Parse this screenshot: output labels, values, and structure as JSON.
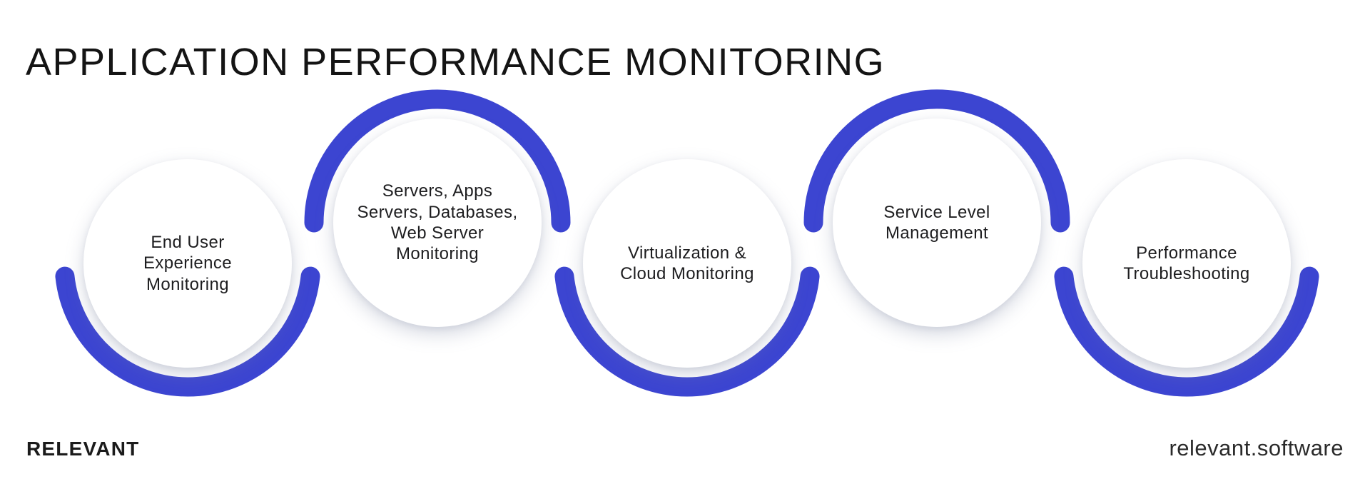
{
  "title": "APPLICATION PERFORMANCE MONITORING",
  "diagram": {
    "type": "process-chain",
    "nodes": [
      {
        "label": "End User\nExperience\nMonitoring",
        "circle_position": "down",
        "arc_side": "bottom"
      },
      {
        "label": "Servers, Apps\nServers, Databases,\nWeb Server\nMonitoring",
        "circle_position": "up",
        "arc_side": "top"
      },
      {
        "label": "Virtualization &\nCloud Monitoring",
        "circle_position": "down",
        "arc_side": "bottom"
      },
      {
        "label": "Service Level\nManagement",
        "circle_position": "up",
        "arc_side": "top"
      },
      {
        "label": "Performance\nTroubleshooting",
        "circle_position": "down",
        "arc_side": "bottom"
      }
    ]
  },
  "footer": {
    "brand": "RELEVANT",
    "website": "relevant.software"
  },
  "colors": {
    "accent": "#3C45D1",
    "text": "#1d1d1f",
    "background": "#ffffff"
  }
}
